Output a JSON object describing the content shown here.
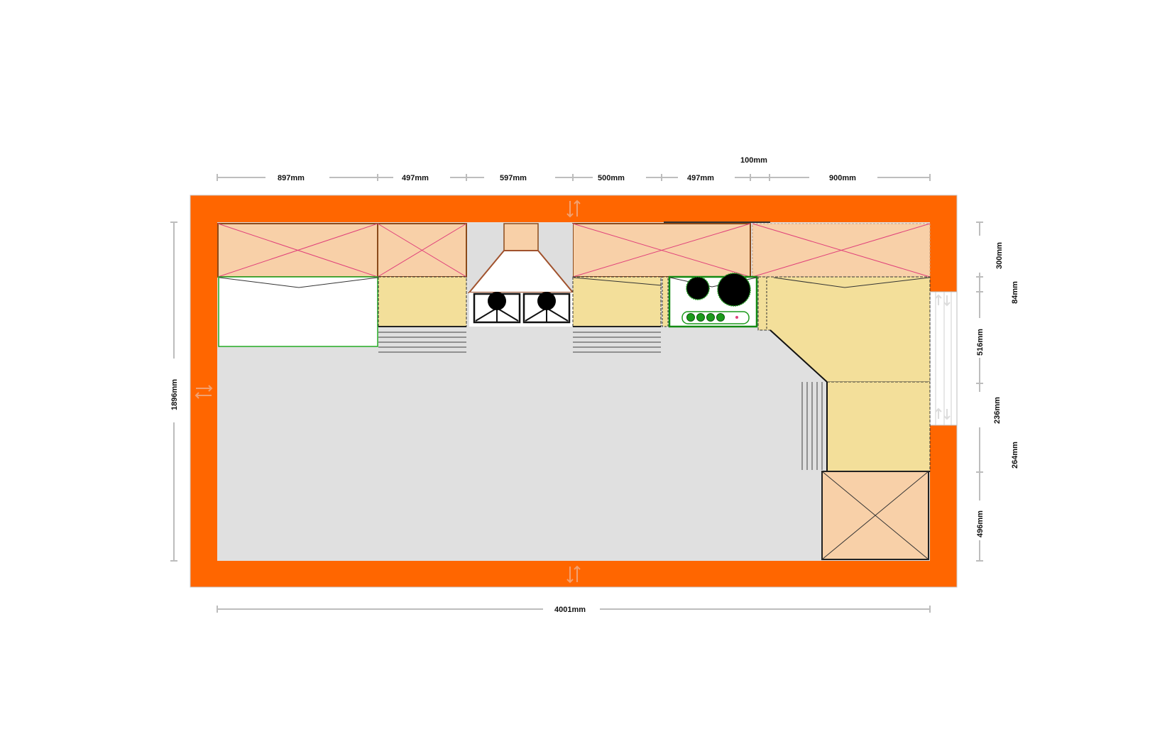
{
  "dimensions": {
    "top": [
      "897mm",
      "497mm",
      "597mm",
      "500mm",
      "497mm",
      "900mm"
    ],
    "top_extra": "100mm",
    "bottom": "4001mm",
    "left": "1896mm",
    "right": [
      "300mm",
      "84mm",
      "516mm",
      "236mm",
      "264mm",
      "496mm"
    ]
  },
  "colors": {
    "wall": "#ff6600",
    "floor": "#e0e0e0",
    "wall_cabinet": "#f8d0a8",
    "base_cabinet": "#f3df9a",
    "appliance_outline": "#008000",
    "cabinet_cross": "#e0407a"
  }
}
